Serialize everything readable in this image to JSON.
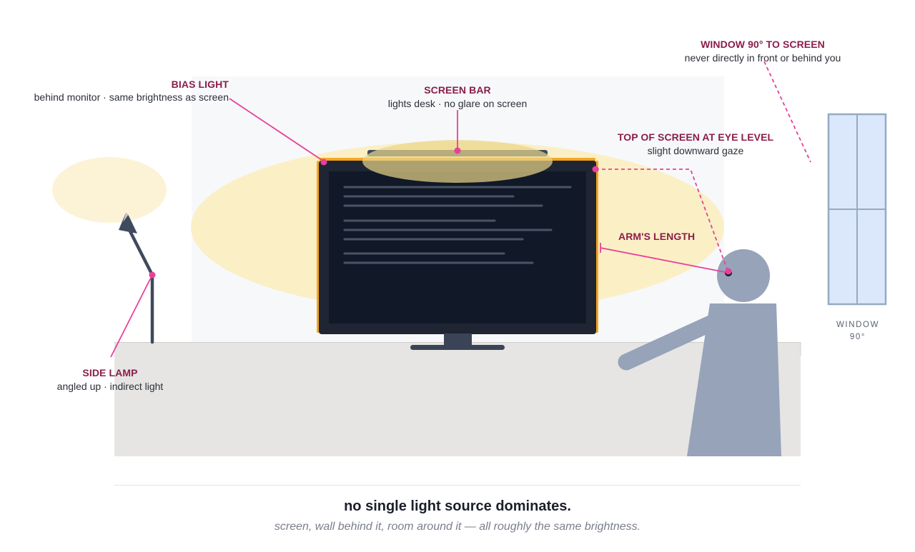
{
  "labels": {
    "bias_light": {
      "title": "BIAS LIGHT",
      "sub": "behind monitor · same brightness as screen"
    },
    "screen_bar": {
      "title": "SCREEN BAR",
      "sub": "lights desk · no glare on screen"
    },
    "window_angle": {
      "title": "WINDOW 90° TO SCREEN",
      "sub": "never directly in front or behind you"
    },
    "eye_level": {
      "title": "TOP OF SCREEN AT EYE LEVEL",
      "sub": "slight downward gaze"
    },
    "arms_length": {
      "title": "ARM'S LENGTH"
    },
    "side_lamp": {
      "title": "SIDE LAMP",
      "sub": "angled up · indirect light"
    },
    "window": {
      "line1": "WINDOW",
      "line2": "90°"
    }
  },
  "caption": {
    "title": "no single light source dominates.",
    "subtitle": "screen, wall behind it, room around it — all roughly the same brightness."
  },
  "colors": {
    "accent": "#e8409a",
    "label_title": "#8b1e4a",
    "glow": "#fbefc6",
    "monitor": "#1f2533",
    "screen": "#111827",
    "bias_edge": "#f5a623",
    "person": "#96a3b9",
    "desk": "#e6e5e3",
    "window_glass": "#dbe8fb",
    "window_frame": "#96a9c4"
  }
}
